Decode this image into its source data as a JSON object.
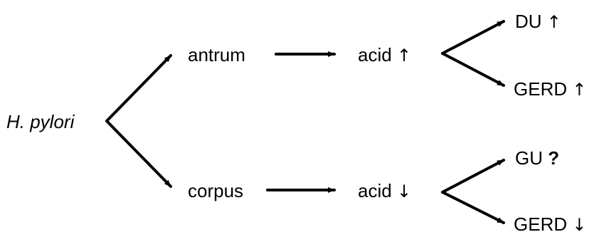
{
  "nodes": {
    "source": "H. pylori",
    "antrum": "antrum",
    "corpus": "corpus",
    "acid_up": {
      "text": "acid",
      "symbol": "↑"
    },
    "acid_down": {
      "text": "acid",
      "symbol": "↓"
    },
    "du": {
      "text": "DU",
      "symbol": "↑"
    },
    "gerd_up": {
      "text": "GERD",
      "symbol": "↑"
    },
    "gu": {
      "text": "GU",
      "symbol": "?"
    },
    "gerd_down": {
      "text": "GERD",
      "symbol": "↓"
    }
  },
  "colors": {
    "ink": "#000000",
    "background": "#ffffff"
  }
}
